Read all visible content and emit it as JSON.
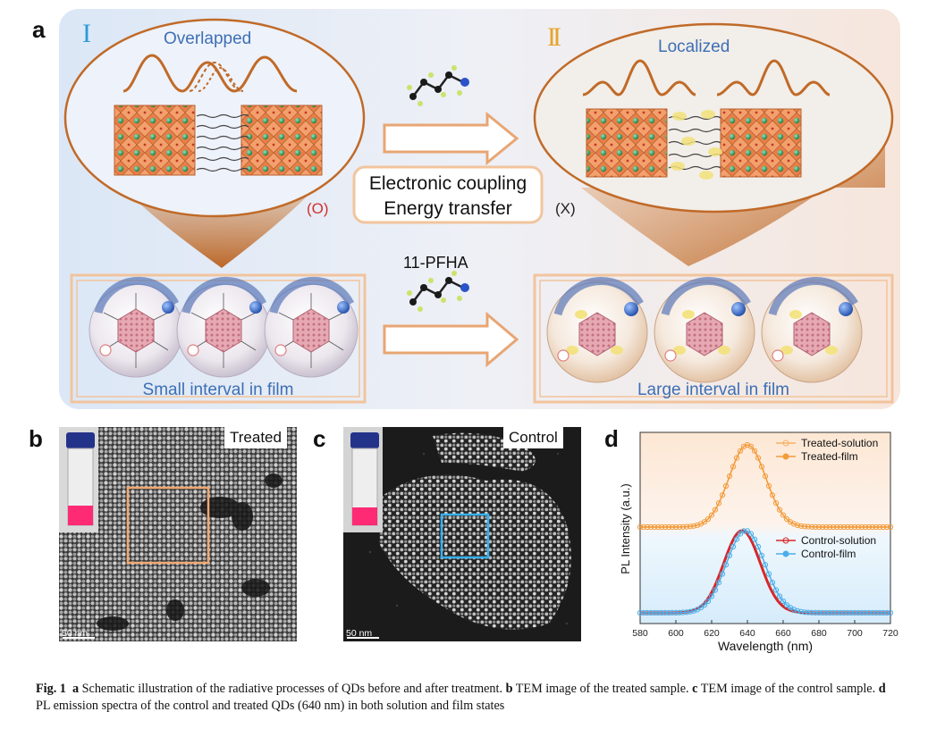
{
  "panel_a": {
    "label": "a",
    "roman_left": "I",
    "roman_right": "II",
    "left_title": "Overlapped",
    "right_title": "Localized",
    "center_text_1": "Electronic coupling",
    "center_text_2": "Energy transfer",
    "mark_left": "(O)",
    "mark_right": "(X)",
    "ligand_name": "11-PFHA",
    "left_caption": "Small interval in film",
    "right_caption": "Large interval in film"
  },
  "panel_b": {
    "label": "b",
    "sample": "Treated",
    "scale": "50 nm"
  },
  "panel_c": {
    "label": "c",
    "sample": "Control",
    "scale": "50 nm"
  },
  "panel_d": {
    "label": "d"
  },
  "chart_data": {
    "type": "line",
    "xlabel": "Wavelength (nm)",
    "ylabel": "PL Intensity (a.u.)",
    "xlim": [
      580,
      720
    ],
    "xticks": [
      580,
      600,
      620,
      640,
      660,
      680,
      700,
      720
    ],
    "legend_placement": "top-right",
    "series": [
      {
        "name": "Treated-solution",
        "peak_nm": 640,
        "fwhm_nm": 24,
        "color": "#f6b26b",
        "group": "treated"
      },
      {
        "name": "Treated-film",
        "peak_nm": 640,
        "fwhm_nm": 24,
        "color": "#f39c3c",
        "group": "treated"
      },
      {
        "name": "Control-solution",
        "peak_nm": 637,
        "fwhm_nm": 24,
        "color": "#d6282a",
        "group": "control"
      },
      {
        "name": "Control-film",
        "peak_nm": 639,
        "fwhm_nm": 25,
        "color": "#4aaee8",
        "group": "control"
      }
    ]
  },
  "caption": {
    "fig": "Fig. 1",
    "a_letter": "a",
    "a_text": "Schematic illustration of the radiative processes of QDs before and after treatment.",
    "b_letter": "b",
    "b_text": "TEM image of the treated sample.",
    "c_letter": "c",
    "c_text": "TEM image of the control sample.",
    "d_letter": "d",
    "d_text": "PL emission spectra of the control and treated QDs (640 nm) in both solution and film states"
  },
  "colors": {
    "orange": "#c8702e",
    "blue_text": "#3d6fb5",
    "red_text": "#d0302c",
    "cyan_roman": "#2d9ad8",
    "gold_roman": "#e8a32a"
  }
}
